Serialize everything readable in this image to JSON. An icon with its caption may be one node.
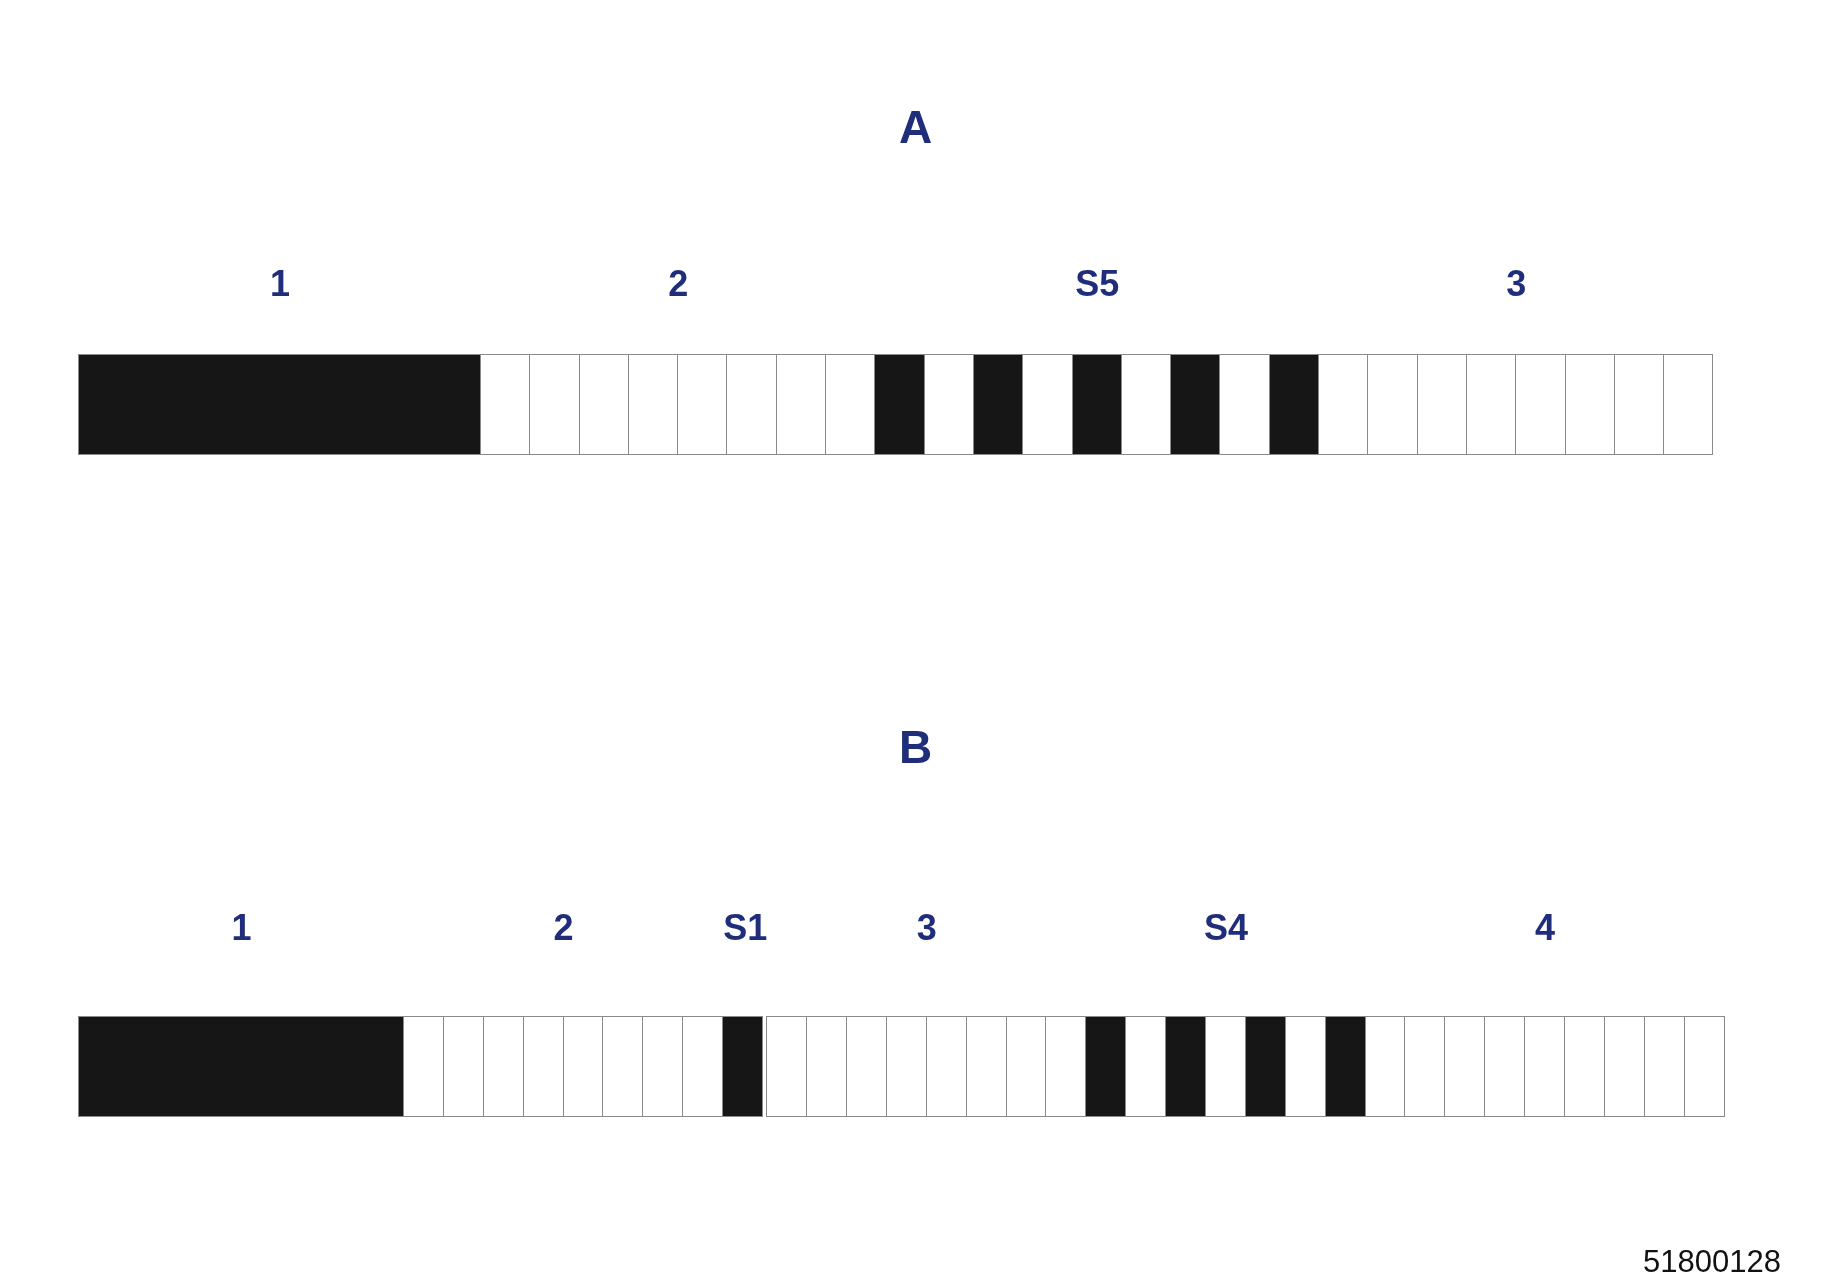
{
  "diagram": {
    "nodes": [
      {
        "text": [
          "1"
        ]
      },
      {
        "text": [
          "2"
        ]
      },
      {
        "text": [
          "S5"
        ]
      },
      {
        "text": [
          "3"
        ]
      },
      {
        "text": [
          "1"
        ]
      },
      {
        "text": [
          "2"
        ]
      },
      {
        "text": [
          "S1"
        ]
      },
      {
        "text": [
          "3"
        ]
      },
      {
        "text": [
          "S4"
        ]
      },
      {
        "text": [
          "4"
        ]
      }
    ],
    "labels": [
      "A",
      "B",
      "51800128"
    ]
  }
}
